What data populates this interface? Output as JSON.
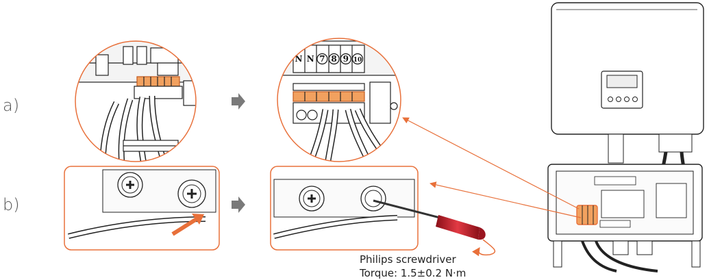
{
  "steps": {
    "a_label": "a)",
    "b_label": "b)"
  },
  "terminal_labels": [
    "N",
    "N",
    "7",
    "8",
    "9",
    "10"
  ],
  "tool_note": {
    "line1": "Philips screwdriver",
    "line2": "Torque: 1.5±0.2 N·m"
  },
  "colors": {
    "accent": "#e8703a",
    "line": "#222222",
    "arrow_gray": "#7a7a7a",
    "screwdriver_red": "#c81e2a"
  }
}
